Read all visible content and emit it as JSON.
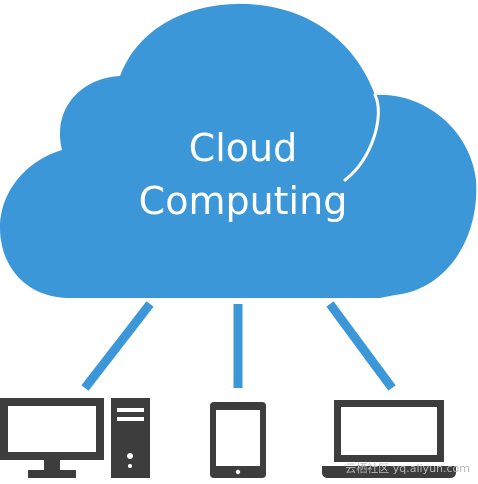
{
  "cloud": {
    "title_line1": "Cloud",
    "title_line2": "Computing",
    "color": "#3b97d8"
  },
  "connectors": {
    "color": "#3b97d8"
  },
  "devices": {
    "color": "#3d3d3d",
    "items": [
      {
        "name": "desktop-computer-icon"
      },
      {
        "name": "tablet-icon"
      },
      {
        "name": "laptop-icon"
      }
    ]
  },
  "watermark": {
    "text": "云栖社区 yq.aliyun.com"
  }
}
